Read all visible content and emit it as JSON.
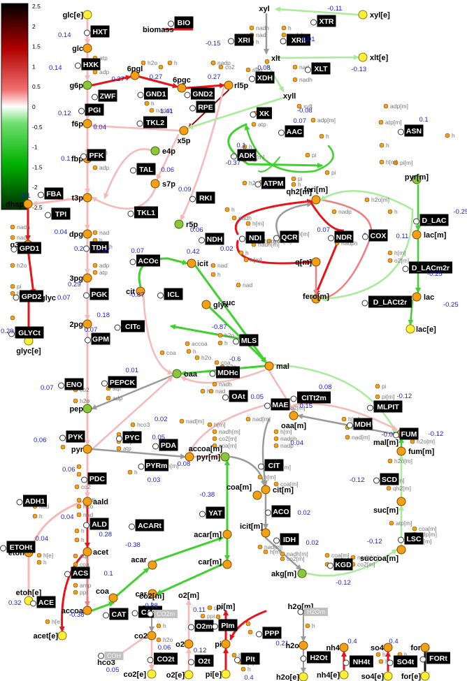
{
  "colorbar": {
    "ticks": [
      "2.5",
      "2",
      "1.5",
      "1",
      "0.5",
      "0",
      "-0.5",
      "-1",
      "-1.5",
      "-2",
      "-2.5"
    ]
  },
  "colors": {
    "red_strong": "#e8121b",
    "red_mid": "#f07d7d",
    "red_light": "#f6b8b8",
    "green_strong": "#3fd12e",
    "green_light": "#a8ec9a",
    "grey": "#9a9a9a",
    "dark_red": "#8b0f12",
    "black": "#111111"
  },
  "metabolites": [
    {
      "id": "glc_e",
      "label": "glc[e]",
      "kind": "yellow"
    },
    {
      "id": "glc",
      "label": "glc",
      "kind": "orange"
    },
    {
      "id": "g6p",
      "label": "g6p",
      "kind": "green"
    },
    {
      "id": "f6p",
      "label": "f6p",
      "kind": "orange"
    },
    {
      "id": "fbp",
      "label": "fbp",
      "kind": "orange"
    },
    {
      "id": "t3p",
      "label": "t3p",
      "kind": "orange"
    },
    {
      "id": "dhap",
      "label": "dhap",
      "kind": "orange"
    },
    {
      "id": "g3p",
      "label": "g3p",
      "kind": "orange"
    },
    {
      "id": "glyc",
      "label": "glyc",
      "kind": "orange"
    },
    {
      "id": "glyc_e",
      "label": "glyc[e]",
      "kind": "yellow"
    },
    {
      "id": "dpg",
      "label": "dpg",
      "kind": "orange"
    },
    {
      "id": "3pg",
      "label": "3pg",
      "kind": "orange"
    },
    {
      "id": "2pg",
      "label": "2pg",
      "kind": "orange"
    },
    {
      "id": "pep",
      "label": "pep",
      "kind": "green"
    },
    {
      "id": "pyr",
      "label": "pyr",
      "kind": "orange"
    },
    {
      "id": "aald",
      "label": "aald",
      "kind": "orange"
    },
    {
      "id": "acet",
      "label": "acet",
      "kind": "orange"
    },
    {
      "id": "etoh",
      "label": "etoh",
      "kind": "orange"
    },
    {
      "id": "etoh_e",
      "label": "etoh[e]",
      "kind": "yellow"
    },
    {
      "id": "acet_e",
      "label": "acet[e]",
      "kind": "yellow"
    },
    {
      "id": "accoa",
      "label": "accoa",
      "kind": "orange"
    },
    {
      "id": "coa",
      "label": "coa",
      "kind": "orange"
    },
    {
      "id": "acar",
      "label": "acar",
      "kind": "orange"
    },
    {
      "id": "car",
      "label": "car",
      "kind": "orange"
    },
    {
      "id": "6pgl",
      "label": "6pgl",
      "kind": "orange"
    },
    {
      "id": "6pgc",
      "label": "6pgc",
      "kind": "orange"
    },
    {
      "id": "rl5p",
      "label": "rl5p",
      "kind": "orange"
    },
    {
      "id": "x5p",
      "label": "x5p",
      "kind": "orange"
    },
    {
      "id": "e4p",
      "label": "e4p",
      "kind": "green"
    },
    {
      "id": "s7p",
      "label": "s7p",
      "kind": "orange"
    },
    {
      "id": "r5p",
      "label": "r5p",
      "kind": "green"
    },
    {
      "id": "biomass",
      "label": "biomass",
      "kind": "none"
    },
    {
      "id": "xyl",
      "label": "xyl",
      "kind": "none"
    },
    {
      "id": "xyl_e",
      "label": "xyl[e]",
      "kind": "yellow"
    },
    {
      "id": "xlt",
      "label": "xlt",
      "kind": "none"
    },
    {
      "id": "xlt_e",
      "label": "xlt[e]",
      "kind": "yellow"
    },
    {
      "id": "xyll",
      "label": "xyll",
      "kind": "none"
    },
    {
      "id": "icit",
      "label": "icit",
      "kind": "orange"
    },
    {
      "id": "cit",
      "label": "cit",
      "kind": "orange"
    },
    {
      "id": "suc",
      "label": "suc",
      "kind": "none"
    },
    {
      "id": "glyx",
      "label": "glyx",
      "kind": "orange"
    },
    {
      "id": "mal",
      "label": "mal",
      "kind": "orange"
    },
    {
      "id": "oaa",
      "label": "oaa",
      "kind": "green"
    },
    {
      "id": "pyr_m",
      "label": "pyr[m]",
      "kind": "orange"
    },
    {
      "id": "accoa_m",
      "label": "accoa[m]",
      "kind": "green"
    },
    {
      "id": "oaa_m",
      "label": "oaa[m]",
      "kind": "orange"
    },
    {
      "id": "mal_m",
      "label": "mal[m]",
      "kind": "orange"
    },
    {
      "id": "fum_m",
      "label": "fum[m]",
      "kind": "orange"
    },
    {
      "id": "suc_m",
      "label": "suc[m]",
      "kind": "orange"
    },
    {
      "id": "succoa_m",
      "label": "succoa[m]",
      "kind": "orange"
    },
    {
      "id": "akg_m",
      "label": "akg[m]",
      "kind": "green"
    },
    {
      "id": "icit_m",
      "label": "icit[m]",
      "kind": "orange"
    },
    {
      "id": "cit_m",
      "label": "cit[m]",
      "kind": "orange"
    },
    {
      "id": "coa_m",
      "label": "coa[m]",
      "kind": "orange"
    },
    {
      "id": "acar_m",
      "label": "acar[m]",
      "kind": "orange"
    },
    {
      "id": "car_m",
      "label": "car[m]",
      "kind": "orange"
    },
    {
      "id": "pyr_m2",
      "label": "pyr[m]",
      "kind": "green"
    },
    {
      "id": "feri_m",
      "label": "feri[m]",
      "kind": "none"
    },
    {
      "id": "qh2_m",
      "label": "qh2[m]",
      "kind": "orange"
    },
    {
      "id": "q_m",
      "label": "q[m]",
      "kind": "orange"
    },
    {
      "id": "fero_m",
      "label": "fero[m]",
      "kind": "orange"
    },
    {
      "id": "lac_m",
      "label": "lac[m]",
      "kind": "orange"
    },
    {
      "id": "lac",
      "label": "lac",
      "kind": "orange"
    },
    {
      "id": "lac_e",
      "label": "lac[e]",
      "kind": "yellow"
    },
    {
      "id": "co2_m",
      "label": "co2[m]",
      "kind": "none"
    },
    {
      "id": "co2",
      "label": "co2",
      "kind": "orange"
    },
    {
      "id": "co2_e",
      "label": "co2[e]",
      "kind": "yellow"
    },
    {
      "id": "hco3",
      "label": "hco3",
      "kind": "none"
    },
    {
      "id": "o2_m",
      "label": "o2[m]",
      "kind": "none"
    },
    {
      "id": "o2",
      "label": "o2",
      "kind": "orange"
    },
    {
      "id": "o2_e",
      "label": "o2[e]",
      "kind": "yellow"
    },
    {
      "id": "pi_m",
      "label": "pi[m]",
      "kind": "none"
    },
    {
      "id": "pi",
      "label": "pi",
      "kind": "orange"
    },
    {
      "id": "pi_e",
      "label": "pi[e]",
      "kind": "yellow"
    },
    {
      "id": "h2o_m",
      "label": "h2o[m]",
      "kind": "none"
    },
    {
      "id": "h2o",
      "label": "h2o",
      "kind": "orange"
    },
    {
      "id": "h2o_e",
      "label": "h2o[e]",
      "kind": "yellow"
    },
    {
      "id": "nh4",
      "label": "nh4",
      "kind": "orange"
    },
    {
      "id": "nh4_e",
      "label": "nh4[e]",
      "kind": "yellow"
    },
    {
      "id": "so4",
      "label": "so4",
      "kind": "orange"
    },
    {
      "id": "so4_e",
      "label": "so4[e]",
      "kind": "yellow"
    },
    {
      "id": "for",
      "label": "for",
      "kind": "orange"
    },
    {
      "id": "for_e",
      "label": "for[e]",
      "kind": "yellow"
    }
  ],
  "reactions": [
    {
      "id": "HXT",
      "label": "HXT",
      "flux": "0.14"
    },
    {
      "id": "HXK",
      "label": "HXK",
      "flux": "0.14"
    },
    {
      "id": "PGI",
      "label": "PGI",
      "flux": "0.12"
    },
    {
      "id": "PFK",
      "label": "PFK",
      "flux": "0.1"
    },
    {
      "id": "FBA",
      "label": "FBA",
      "flux": "0.1"
    },
    {
      "id": "TPI",
      "label": "TPI",
      "flux": "0.04"
    },
    {
      "id": "GPD1",
      "label": "GPD1",
      "flux": "0.29"
    },
    {
      "id": "GPD2",
      "label": "GPD2",
      "flux": "0.29"
    },
    {
      "id": "GLYCt",
      "label": "GLYCt",
      "flux": "0.29"
    },
    {
      "id": "TDH",
      "label": "TDH",
      "flux": "0.07"
    },
    {
      "id": "PGK",
      "label": "PGK",
      "flux": "0.07"
    },
    {
      "id": "GPM",
      "label": "GPM",
      "flux": "0.07"
    },
    {
      "id": "ENO",
      "label": "ENO",
      "flux": "0.07"
    },
    {
      "id": "PYK",
      "label": "PYK",
      "flux": "0.06"
    },
    {
      "id": "PDC",
      "label": "PDC",
      "flux": "0.06"
    },
    {
      "id": "ADH1",
      "label": "ADH1",
      "flux": "0.04"
    },
    {
      "id": "ETOHt",
      "label": "ETOHt",
      "flux": "0.04"
    },
    {
      "id": "ALD",
      "label": "ALD",
      "flux": "0.28"
    },
    {
      "id": "ACS",
      "label": "ACS",
      "flux": "0.1"
    },
    {
      "id": "ACE",
      "label": "ACE",
      "flux": "0.32"
    },
    {
      "id": "CAT",
      "label": "CAT",
      "flux": "-0.38"
    },
    {
      "id": "CARt",
      "label": "CARt",
      "flux": "-0.38"
    },
    {
      "id": "ACARt",
      "label": "ACARt",
      "flux": "-0.38"
    },
    {
      "id": "YAT",
      "label": "YAT",
      "flux": "-0.38"
    },
    {
      "id": "ZWF",
      "label": "ZWF",
      "flux": "0.27"
    },
    {
      "id": "GND1",
      "label": "GND1",
      "flux": "0.27"
    },
    {
      "id": "GND2",
      "label": "GND2",
      "flux": "0.27"
    },
    {
      "id": "RPE",
      "label": "RPE",
      "flux": "1.41"
    },
    {
      "id": "TKL2",
      "label": "TKL2",
      "flux": "0.04"
    },
    {
      "id": "TAL",
      "label": "TAL",
      "flux": "0.06"
    },
    {
      "id": "TKL1",
      "label": "TKL1",
      "flux": "0.06"
    },
    {
      "id": "RKI",
      "label": "RKI",
      "flux": "0.09"
    },
    {
      "id": "BIO",
      "label": "BIO",
      "flux": ""
    },
    {
      "id": "XTR",
      "label": "XTR",
      "flux": "-0.11"
    },
    {
      "id": "XRI",
      "label": "XRI",
      "flux": "-0.15"
    },
    {
      "id": "XRII",
      "label": "XRII",
      "flux": "0.01"
    },
    {
      "id": "XLT",
      "label": "XLT",
      "flux": "-0.13"
    },
    {
      "id": "XDH",
      "label": "XDH",
      "flux": "-0.08"
    },
    {
      "id": "XK",
      "label": "XK",
      "flux": "-0.08"
    },
    {
      "id": "AAC",
      "label": "AAC",
      "flux": "0.07"
    },
    {
      "id": "ADK",
      "label": "ADK",
      "flux": "0.1"
    },
    {
      "id": "ATPM",
      "label": "ATPM",
      "flux": "-0.37"
    },
    {
      "id": "ASN",
      "label": "ASN",
      "flux": "0.1"
    },
    {
      "id": "NDH",
      "label": "NDH",
      "flux": "0.42"
    },
    {
      "id": "NDI",
      "label": "NDI",
      "flux": "0.02"
    },
    {
      "id": "QCR",
      "label": "QCR",
      "flux": "0.07"
    },
    {
      "id": "NDR",
      "label": "NDR",
      "flux": "0.37"
    },
    {
      "id": "COX",
      "label": "COX",
      "flux": "0.11"
    },
    {
      "id": "D_LAC",
      "label": "D_LAC",
      "flux": "-0.25"
    },
    {
      "id": "D_LACm2r",
      "label": "D_LACm2r",
      "flux": "-0.25"
    },
    {
      "id": "D_LACt2r",
      "label": "D_LACt2r",
      "flux": "-0.25"
    },
    {
      "id": "ACOc",
      "label": "ACOc",
      "flux": "-0.87"
    },
    {
      "id": "ICL",
      "label": "ICL",
      "flux": "-0.87"
    },
    {
      "id": "MLS",
      "label": "MLS",
      "flux": "-0.87"
    },
    {
      "id": "CITc",
      "label": "CITc",
      "flux": "0.18"
    },
    {
      "id": "MDHc",
      "label": "MDHc",
      "flux": "-0.6"
    },
    {
      "id": "OAt",
      "label": "OAt",
      "flux": "0.05"
    },
    {
      "id": "CITt2m",
      "label": "CITt2m",
      "flux": "0.08"
    },
    {
      "id": "MLPIT",
      "label": "MLPIT",
      "flux": "-0.12"
    },
    {
      "id": "PEPCK",
      "label": "PEPCK",
      "flux": "0.01"
    },
    {
      "id": "PYC",
      "label": "PYC",
      "flux": "0.05"
    },
    {
      "id": "MAE",
      "label": "MAE",
      "flux": "0.15"
    },
    {
      "id": "MDH",
      "label": "MDH",
      "flux": "-0.02"
    },
    {
      "id": "FUM",
      "label": "FUM",
      "flux": "-0.12"
    },
    {
      "id": "PDA",
      "label": "PDA",
      "flux": "0.08"
    },
    {
      "id": "PYRm",
      "label": "PYRm",
      "flux": "0.03"
    },
    {
      "id": "CIT",
      "label": "CIT",
      "flux": "0.04"
    },
    {
      "id": "ACO",
      "label": "ACO",
      "flux": "0.02"
    },
    {
      "id": "IDH",
      "label": "IDH",
      "flux": "0.02"
    },
    {
      "id": "KGD",
      "label": "KGD",
      "flux": "-0.12"
    },
    {
      "id": "LSC",
      "label": "LSC",
      "flux": "-0.12"
    },
    {
      "id": "SCD",
      "label": "SCD",
      "flux": "-0.12"
    },
    {
      "id": "CO2m",
      "label": "CO2m",
      "flux": ""
    },
    {
      "id": "CO2t",
      "label": "CO2t",
      "flux": "0.06"
    },
    {
      "id": "COH",
      "label": "COH",
      "flux": "0.05"
    },
    {
      "id": "O2m",
      "label": "O2m",
      "flux": "0.11"
    },
    {
      "id": "O2t",
      "label": "O2t",
      "flux": "0.12"
    },
    {
      "id": "PIm",
      "label": "PIm",
      "flux": ""
    },
    {
      "id": "PPP",
      "label": "PPP",
      "flux": "0.21"
    },
    {
      "id": "PIt",
      "label": "PIt",
      "flux": "0.4"
    },
    {
      "id": "H2Om",
      "label": "H2Om",
      "flux": ""
    },
    {
      "id": "H2Ot",
      "label": "H2Ot",
      "flux": ""
    },
    {
      "id": "NH4t",
      "label": "NH4t",
      "flux": "0.4"
    },
    {
      "id": "SO4t",
      "label": "SO4t",
      "flux": "0.4"
    },
    {
      "id": "FORt",
      "label": "FORt",
      "flux": ""
    }
  ],
  "extra_flux": [
    "0.02"
  ],
  "cofactors": [
    "atp",
    "adp",
    "h2o",
    "h",
    "nadp",
    "co2",
    "nadph",
    "pi",
    "nadh",
    "nad",
    "coa",
    "accoa",
    "hco3",
    "amp",
    "ppi",
    "xylt",
    "h[m]",
    "atp[m]",
    "adp[m]",
    "pi[m]",
    "h2o[m]",
    "o2[m]",
    "nadh[m]",
    "nad[m]",
    "co2[m]",
    "coa[m]",
    "accoa[m]",
    "q[m]",
    "qh2[m]",
    "h[e]"
  ]
}
